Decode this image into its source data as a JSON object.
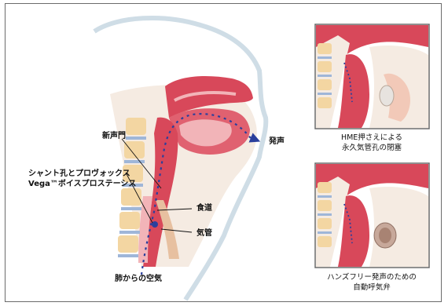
{
  "main_diagram": {
    "labels": {
      "shinseimon": "新声門",
      "hassei": "発声",
      "shunt_line1": "シャント孔とプロヴォックス",
      "shunt_line2": "Vega™ボイスプロステーシス",
      "shokudo": "食道",
      "kikan": "気管",
      "hai": "肺からの空気"
    }
  },
  "panels": [
    {
      "caption_line1": "HME押さえによる",
      "caption_line2": "永久気管孔の閉塞"
    },
    {
      "caption_line1": "ハンズフリー発声のための",
      "caption_line2": "自動呼気弁"
    }
  ],
  "colors": {
    "airflow": "#2a3f9c",
    "tissue": "#d8485a",
    "tissue_light": "#f2b4b8",
    "vertebra": "#f3d6a2",
    "disc": "#9fb6d8",
    "skin": "#f5ebe2"
  }
}
